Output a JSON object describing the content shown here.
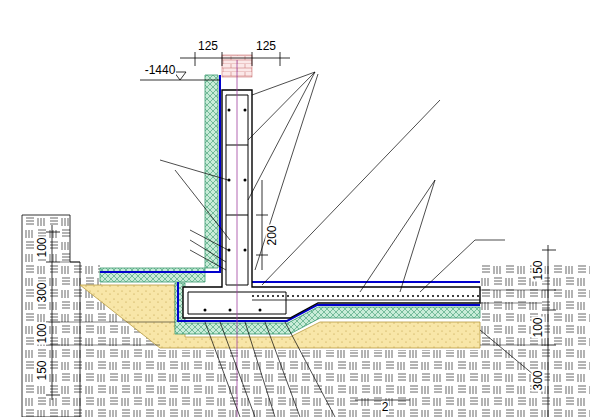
{
  "diagram": {
    "labels": [
      "125",
      "125",
      "-1440",
      "100",
      "200",
      "150",
      "300",
      "100",
      "100",
      "150",
      "300",
      "2"
    ]
  }
}
